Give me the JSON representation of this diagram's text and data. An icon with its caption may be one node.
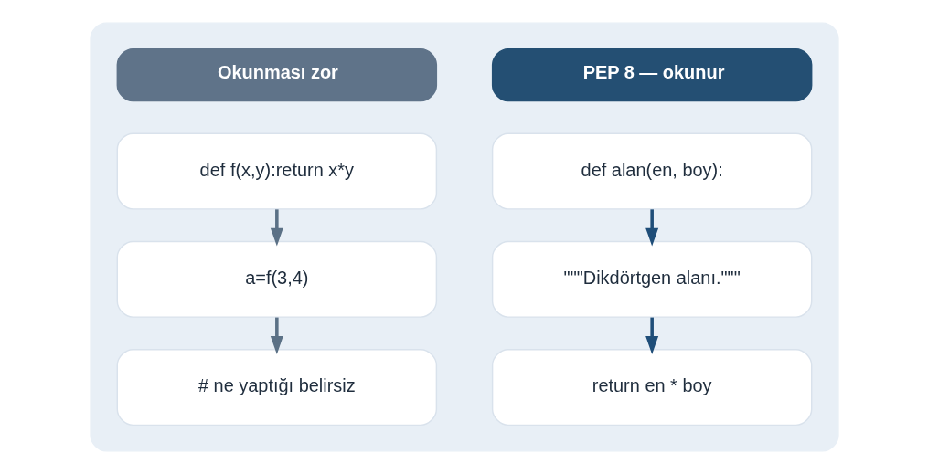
{
  "diagram": {
    "nodes": [
      {
        "text": [],
        "shape": "box"
      },
      {
        "text": [
          "Okunması zor"
        ],
        "in": 0
      },
      {
        "text": [
          "def f(x,y):return x*y"
        ],
        "in": 0
      },
      {
        "text": [
          "a=f(3,4)"
        ],
        "in": 0
      },
      {
        "text": [
          "# ne yaptığı belirsiz"
        ],
        "in": 0
      },
      {
        "text": [
          "PEP 8 — okunur"
        ],
        "in": 0
      },
      {
        "text": [
          "def alan(en, boy):"
        ],
        "in": 0
      },
      {
        "text": [
          "\"\"\"Dikdörtgen alanı.\"\"\""
        ],
        "in": 0
      },
      {
        "text": [
          "return en * boy"
        ],
        "in": 0
      }
    ],
    "edges": [
      {
        "from": 2,
        "to": 3,
        "arrow": "to",
        "color": "#5b7186"
      },
      {
        "from": 3,
        "to": 4,
        "arrow": "to",
        "color": "#5b7186"
      },
      {
        "from": 6,
        "to": 7,
        "arrow": "to",
        "color": "#1f4e79"
      },
      {
        "from": 7,
        "to": 8,
        "arrow": "to",
        "color": "#1f4e79"
      }
    ]
  }
}
